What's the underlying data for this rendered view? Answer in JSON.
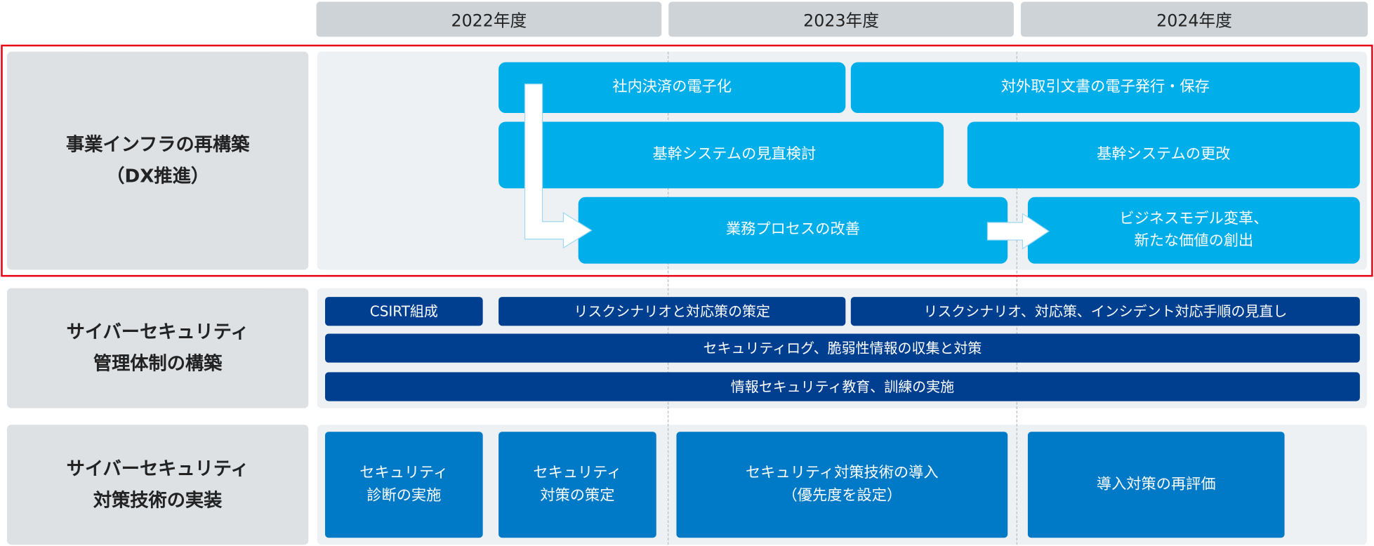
{
  "years": [
    "2022年度",
    "2023年度",
    "2024年度"
  ],
  "rows": [
    {
      "label": "事業インフラの再構築\n（DX推進）",
      "items": [
        "社内決済の電子化",
        "対外取引文書の電子発行・保存",
        "基幹システムの見直検討",
        "基幹システムの更改",
        "業務プロセスの改善",
        "ビジネスモデル変革、\n新たな価値の創出"
      ]
    },
    {
      "label": "サイバーセキュリティ\n管理体制の構築",
      "items": [
        "CSIRT組成",
        "リスクシナリオと対応策の策定",
        "リスクシナリオ、対応策、インシデント対応手順の見直し",
        "セキュリティログ、脆弱性情報の収集と対策",
        "情報セキュリティ教育、訓練の実施"
      ]
    },
    {
      "label": "サイバーセキュリティ\n対策技術の実装",
      "items": [
        "セキュリティ\n診断の実施",
        "セキュリティ\n対策の策定",
        "セキュリティ対策技術の導入\n（優先度を設定）",
        "導入対策の再評価"
      ]
    }
  ],
  "colors": {
    "highlight_border": "#e60012",
    "dx_bar": "#00aeea",
    "mgmt_bar": "#003f8f",
    "tech_bar": "#0079c6"
  }
}
